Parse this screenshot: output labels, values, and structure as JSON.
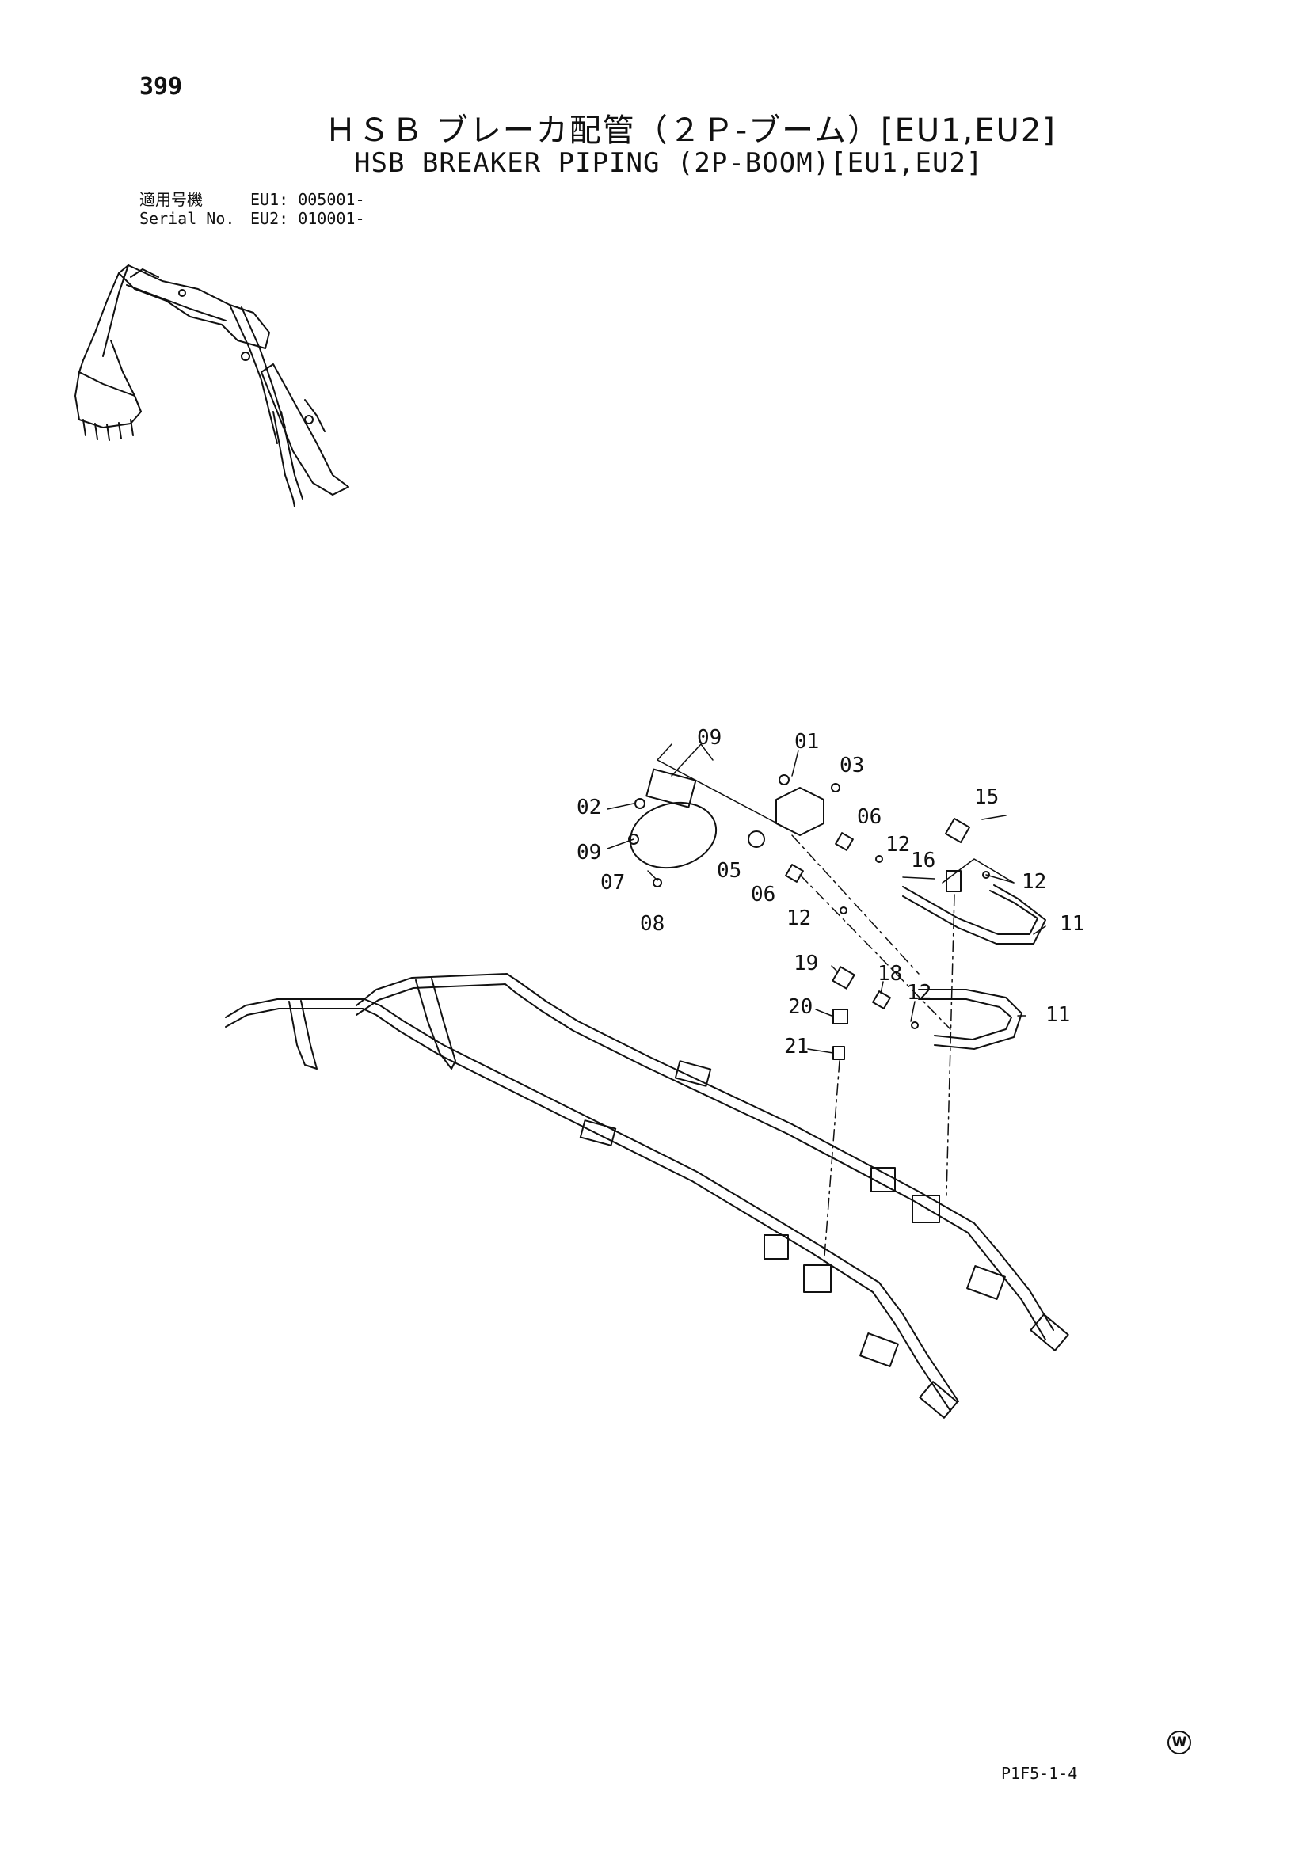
{
  "header": {
    "page_number": "399",
    "title_jp": "ＨＳＢ ブレーカ配管（２Ｐ-ブーム）[EU1,EU2]",
    "title_en": "HSB BREAKER PIPING (2P-BOOM)[EU1,EU2]"
  },
  "serial": {
    "label_jp": "適用号機",
    "label_en": "Serial No.",
    "eu1": "EU1: 005001-",
    "eu2": "EU2: 010001-"
  },
  "callouts": {
    "c01": "01",
    "c02": "02",
    "c03": "03",
    "c05": "05",
    "c06a": "06",
    "c06b": "06",
    "c07": "07",
    "c08": "08",
    "c09a": "09",
    "c09b": "09",
    "c11a": "11",
    "c11b": "11",
    "c12a": "12",
    "c12b": "12",
    "c12c": "12",
    "c12d": "12",
    "c15": "15",
    "c16": "16",
    "c18": "18",
    "c19": "19",
    "c20": "20",
    "c21": "21"
  },
  "footer": {
    "code": "P1F5-1-4",
    "mark": "W"
  }
}
